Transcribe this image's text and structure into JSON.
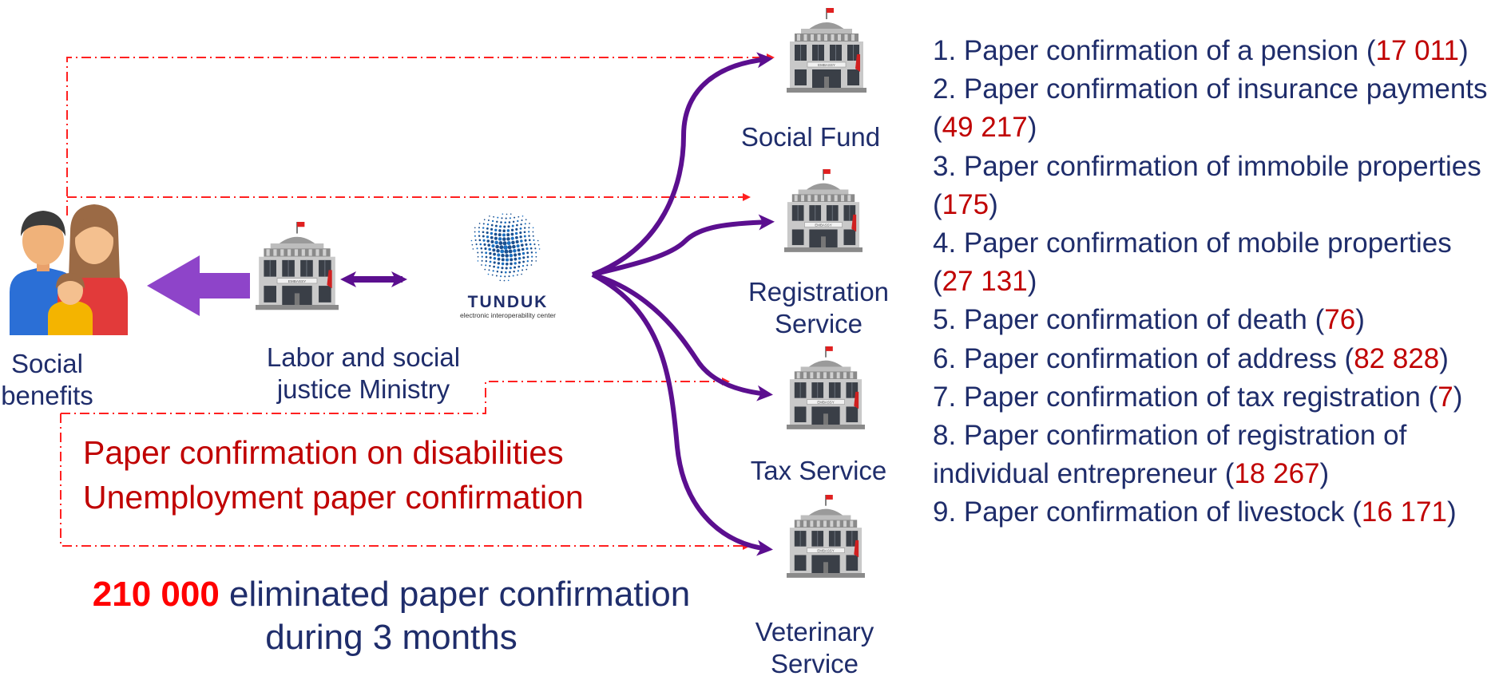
{
  "nodes": {
    "citizen": {
      "label_lines": [
        "Social",
        "benefits"
      ]
    },
    "ministry": {
      "label_lines": [
        "Labor and social",
        "justice Ministry"
      ]
    },
    "hub": {
      "name": "TUNDUK",
      "subtitle": "electronic interoperability center"
    },
    "services": [
      {
        "label_lines": [
          "Social Fund"
        ]
      },
      {
        "label_lines": [
          "Registration",
          "Service"
        ]
      },
      {
        "label_lines": [
          "Tax Service"
        ]
      },
      {
        "label_lines": [
          "Veterinary",
          "Service"
        ]
      }
    ]
  },
  "building_plate": "EMBASSY",
  "ministry_documents": [
    "Paper confirmation on disabilities",
    "Unemployment paper confirmation"
  ],
  "summary": {
    "number": "210 000",
    "text_line1": " eliminated paper confirmation",
    "text_line2": "during 3 months"
  },
  "confirmations": [
    {
      "text": "1.   Paper confirmation of a pension (",
      "count": "17 011",
      "close": ")"
    },
    {
      "text": "2. Paper confirmation of insurance payments (",
      "count": "49 217",
      "close": ")"
    },
    {
      "text": "3. Paper confirmation of immobile properties (",
      "count": "175",
      "close": ")"
    },
    {
      "text": "4. Paper confirmation of mobile properties (",
      "count": "27 131",
      "close": ")"
    },
    {
      "text": "5. Paper confirmation of death (",
      "count": "76",
      "close": ")"
    },
    {
      "text": "6. Paper confirmation of address (",
      "count": "82 828",
      "close": ")"
    },
    {
      "text": "7. Paper confirmation of tax registration (",
      "count": "7",
      "close": ")"
    },
    {
      "text": "8. Paper confirmation of registration of individual entrepreneur (",
      "count": "18 267",
      "close": ")"
    },
    {
      "text": "9. Paper confirmation of livestock (",
      "count": "16 171",
      "close": ")"
    }
  ],
  "colors": {
    "navy": "#1f2d6b",
    "dark_red": "#c00000",
    "bright_red": "#ff0000",
    "purple": "#5b0f8f",
    "arrow_fill": "#8e44c9",
    "line_red": "#ff2020"
  }
}
